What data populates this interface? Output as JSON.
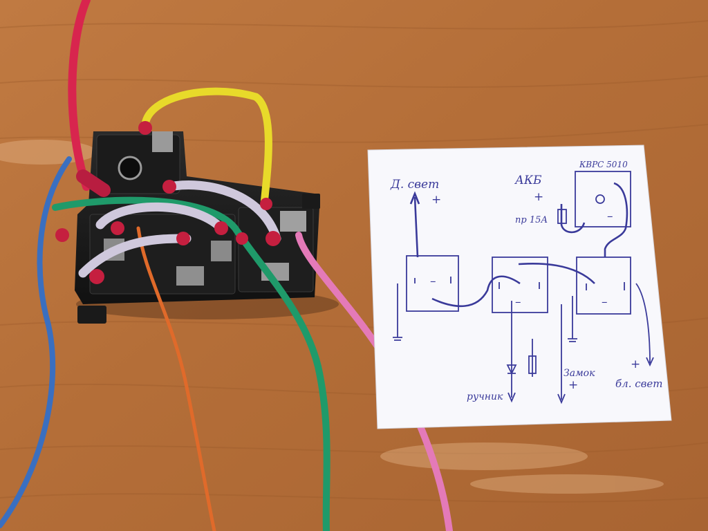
{
  "photo": {
    "subject": "relay-block-with-wires-and-hand-drawn-schematic"
  },
  "schematic": {
    "labels": {
      "headlight": "Д. свет",
      "headlight_plus": "+",
      "battery": "АКБ",
      "battery_plus": "+",
      "fuse": "пр 15А",
      "switch": "КВРС 5010",
      "handbrake": "ручник",
      "ignition": "Замок",
      "ignition_plus": "+",
      "low_beam": "бл. свет",
      "low_beam_plus": "+",
      "relay_mark": "–"
    }
  },
  "colors": {
    "wood": "#b8743f",
    "paper": "#fbfbff",
    "ink": "#3a3a9a",
    "wire_red": "#d8254e",
    "wire_yellow": "#e8da2a",
    "wire_green": "#1f9a6a",
    "wire_blue": "#3a6fc0",
    "wire_orange": "#e06a2a",
    "wire_pink": "#e47ab8",
    "wire_white": "#cfc8dc"
  }
}
